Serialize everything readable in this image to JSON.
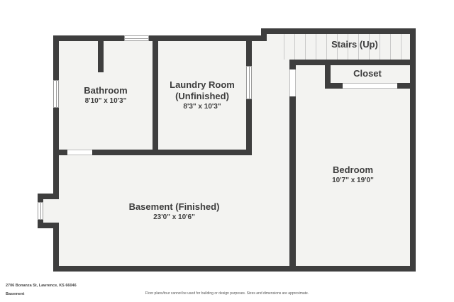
{
  "plan": {
    "rooms": {
      "bathroom": {
        "name": "Bathroom",
        "dims": "8'10\" x 10'3\""
      },
      "laundry": {
        "name": "Laundry Room",
        "qualifier": "(Unfinished)",
        "dims": "8'3\" x 10'3\""
      },
      "stairs": {
        "name": "Stairs (Up)"
      },
      "closet": {
        "name": "Closet"
      },
      "bedroom": {
        "name": "Bedroom",
        "dims": "10'7\" x 19'0\""
      },
      "basement": {
        "name": "Basement (Finished)",
        "dims": "23'0\" x 10'6\""
      }
    }
  },
  "footer": {
    "address": "2706 Bonanza St, Lawrence, KS 66046",
    "floor_label": "Basement",
    "disclaimer": "Floor plans/tour cannot be used for building or design purposes. Sizes and dimensions are approximate."
  },
  "colors": {
    "wall": "#3e3e3e",
    "floor_fill": "#f3f3f1",
    "text": "#3d3d3d",
    "stair_tread": "#c9c9c9"
  }
}
